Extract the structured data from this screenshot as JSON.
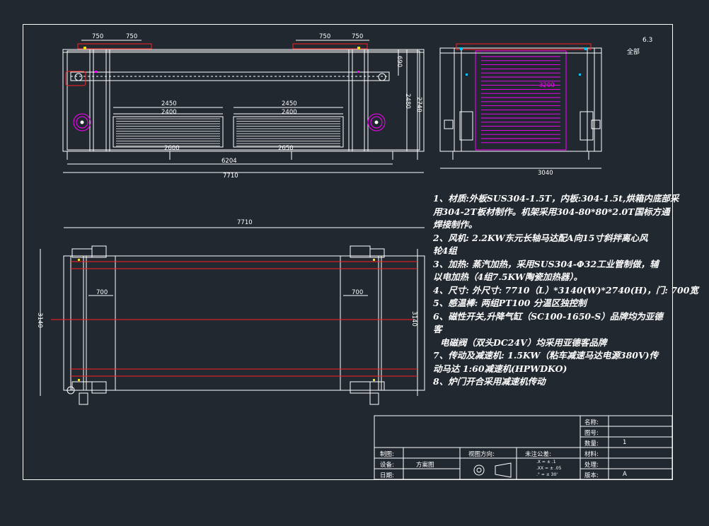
{
  "corner": {
    "roughness": "6.3",
    "all": "全部"
  },
  "front_view": {
    "dims_top": [
      "750",
      "750",
      "750",
      "750"
    ],
    "dim_height_right": "690",
    "dim_2480": "2480",
    "dim_2740": "2740",
    "heater_dims_outer": [
      "2450",
      "2450"
    ],
    "heater_dims_inner": [
      "2400",
      "2400"
    ],
    "bottom_dims": [
      "2600",
      "2650"
    ],
    "dim_6204": "6204",
    "dim_7710": "7710"
  },
  "side_view": {
    "label_center": "3200",
    "dim_3040": "3040"
  },
  "plan_view": {
    "dim_7710": "7710",
    "dim_3140": "3140",
    "dim_700": "700"
  },
  "notes": [
    "1、材质:外板SUS304-1.5T，内板:304-1.5t,烘箱内底部采",
    "用304-2T板材制作。机架采用304-80*80*2.0T国标方通",
    "焊接制作。",
    "2、风机: 2.2KW东元长轴马达配A向15寸斜拌离心风",
    "轮4组",
    "3、加热: 蒸汽加热，采用SUS304-Φ32工业管制做，辅",
    "以电加热（4组7.5KW陶瓷加热器）。",
    "4、尺寸: 外尺寸: 7710（L）*3140(W)*2740(H)，门: 700宽",
    "5、感温棒: 两组PT100 分温区独控制",
    "6、磁性开关,升降气缸（SC100-1650-S）品牌均为亚德",
    "客",
    "电磁阀（双头DC24V）均采用亚德客品牌",
    "7、传动及减速机: 1.5KW（粘车减速马达电源380V)传",
    "动马达 1:60减速机(HPWDKO)",
    "8、炉门开合采用减速机传动"
  ],
  "title_block": {
    "name": "名称:",
    "drawing_no": "图号:",
    "quantity": "数量:",
    "quantity_value": "1",
    "material": "材料:",
    "treatment": "处理:",
    "version": "版本:",
    "version_value": "A",
    "drawn": "制图:",
    "design": "设备:",
    "design_value": "方案图",
    "date": "日期:",
    "view_direction": "视图方向:",
    "tolerance": "未注公差:",
    "tol_1": ".X = ± .1",
    "tol_2": ".XX = ± .05",
    "tol_3": ".° = ± 30'"
  },
  "colors": {
    "line": "#ffffff",
    "magenta": "#ff00ff",
    "red": "#ff2020",
    "yellow": "#f0e020",
    "cyan": "#00c8ff",
    "green": "#40d040"
  }
}
